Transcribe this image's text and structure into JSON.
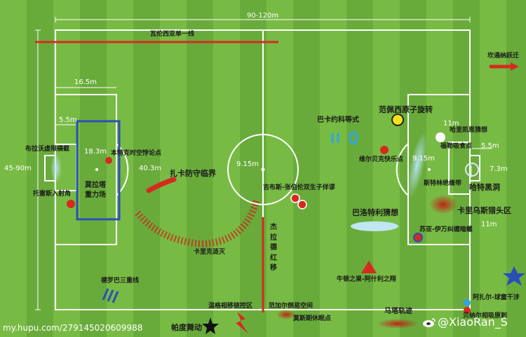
{
  "measurements": {
    "pitch_length": "90-120m",
    "pitch_width": "45-90m",
    "box_length": "16.5m",
    "six_yard": "5.5m",
    "penalty_dist": "18.3m",
    "box_width": "40.3m",
    "circle_radius": "9.15m",
    "right_arc_radius": "9.15m",
    "right_six": "11m",
    "right_six_depth": "5.5m",
    "goal_width": "7.3m",
    "right_spot": "11m"
  },
  "labels": {
    "top_line": "瓦伦西亚单一线",
    "kalai_left": "坎通纳跃迁",
    "libuo": "布拉沃虚限横截",
    "tuolei": "托雷斯入射角",
    "mourinho": "莫拉塔\n重力场",
    "benteke": "本特克时空悖论点",
    "zaka": "扎卡防守临界",
    "karikeri": "卡里克涟灭",
    "gibbs": "吉布斯-张伯伦双生子佯谬",
    "jerrard": "杰\n拉\n德\n红\n移",
    "baka": "巴卡约科等式",
    "fanpei": "范佩西原子旋转",
    "weilong": "维尔贝克快乐点",
    "halai": "哈里凯恩猜想",
    "fude": "福勒吸食点",
    "siteling": "斯特林绝缘带",
    "hate": "哈特黑洞",
    "kaliwusi": "卡里乌斯猎头区",
    "baluo": "巴洛特利猜想",
    "suya": "苏亚-伊万纠缠暗螺",
    "niu": "牛顿之果-阿什利之翔",
    "deluoba": "德罗巴三重线",
    "wengge": "温格相移链控区",
    "fanjia": "范加尔倒易空间",
    "mosi": "莫斯期休眠点",
    "mata": "马塔轨迹",
    "pedu": "帕度舞动",
    "azal": "阿扎尔-球童干涉",
    "bottom_right": "贝纳尔相吸原刺"
  },
  "watermarks": {
    "left": "my.hupu.com/279145020609988",
    "right": "@XiaoRan_S",
    "weibo_icon": "weibo-icon"
  },
  "colors": {
    "grass_light": "#78bb44",
    "grass_dark": "#67a93a",
    "line": "#ffffff",
    "red": "#d42b20",
    "blue_box": "#2b4fb5",
    "yellow": "#f2e21c"
  }
}
